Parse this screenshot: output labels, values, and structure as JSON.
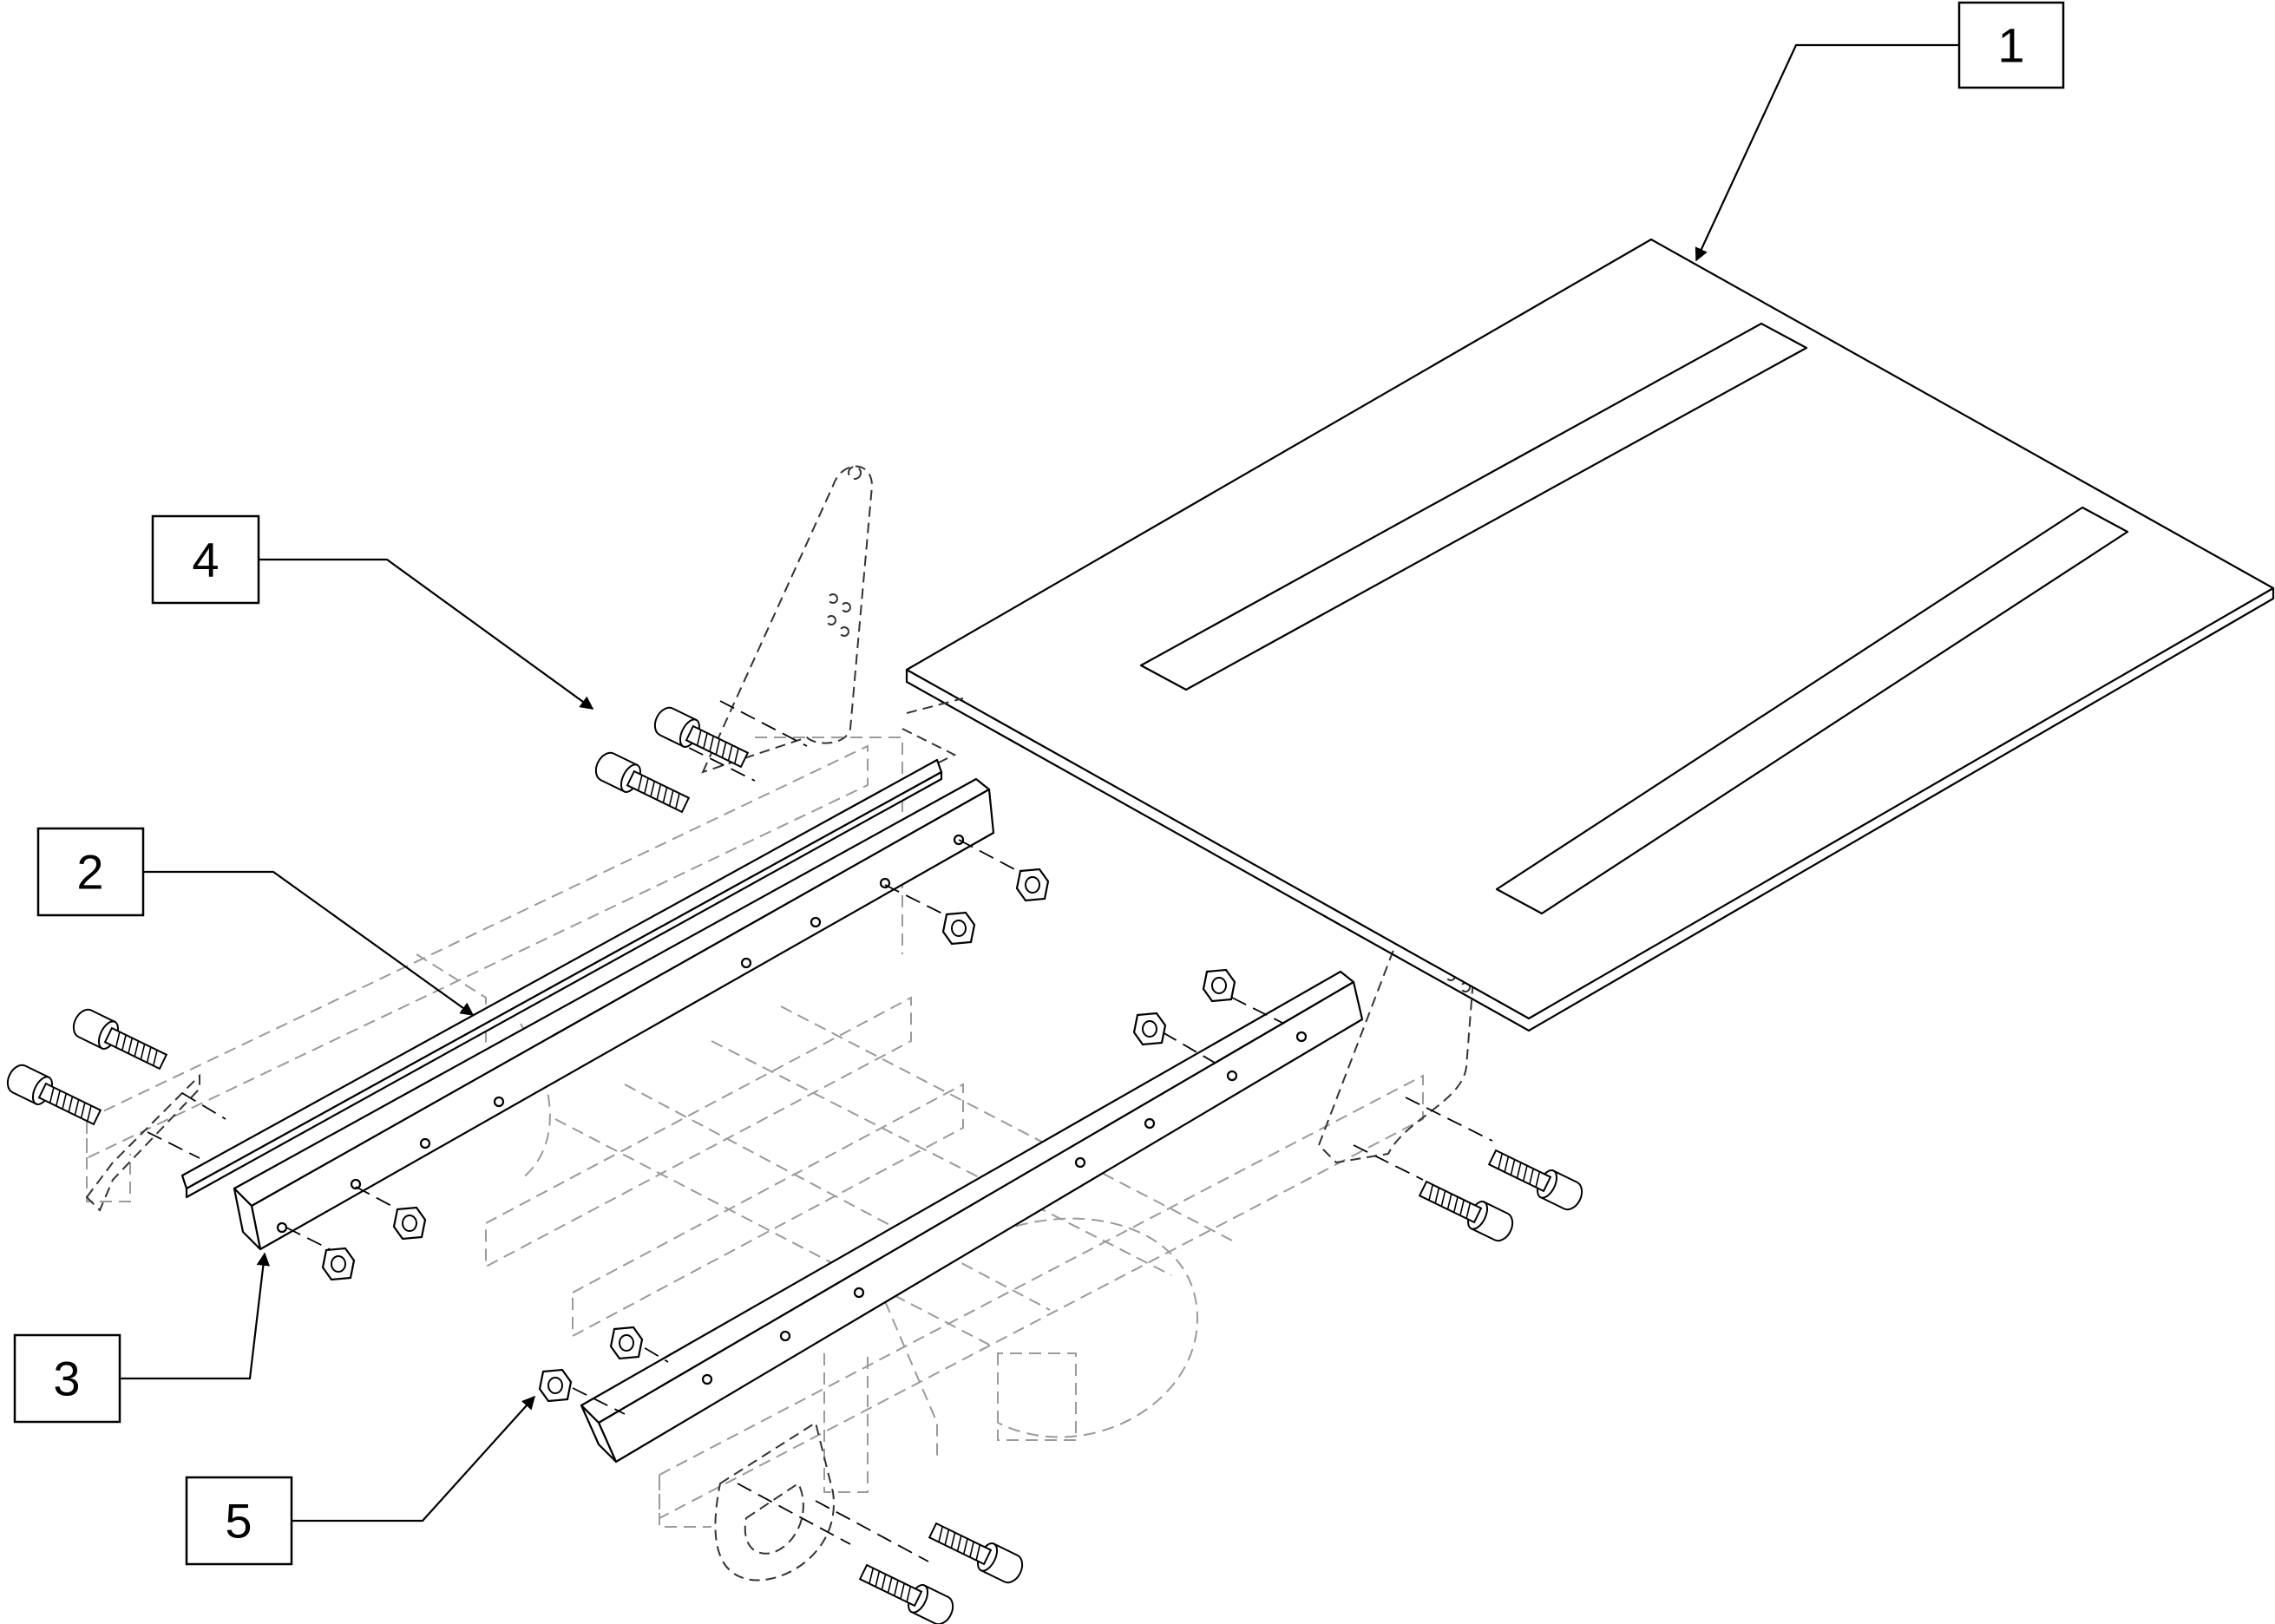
{
  "diagram": {
    "type": "exploded-parts-view",
    "callouts": [
      {
        "id": "callout-1",
        "label": "1"
      },
      {
        "id": "callout-2",
        "label": "2"
      },
      {
        "id": "callout-3",
        "label": "3"
      },
      {
        "id": "callout-4",
        "label": "4"
      },
      {
        "id": "callout-5",
        "label": "5"
      }
    ]
  },
  "colors": {
    "line": "#000000",
    "phantom": "#9a9a9a",
    "background": "#ffffff"
  }
}
